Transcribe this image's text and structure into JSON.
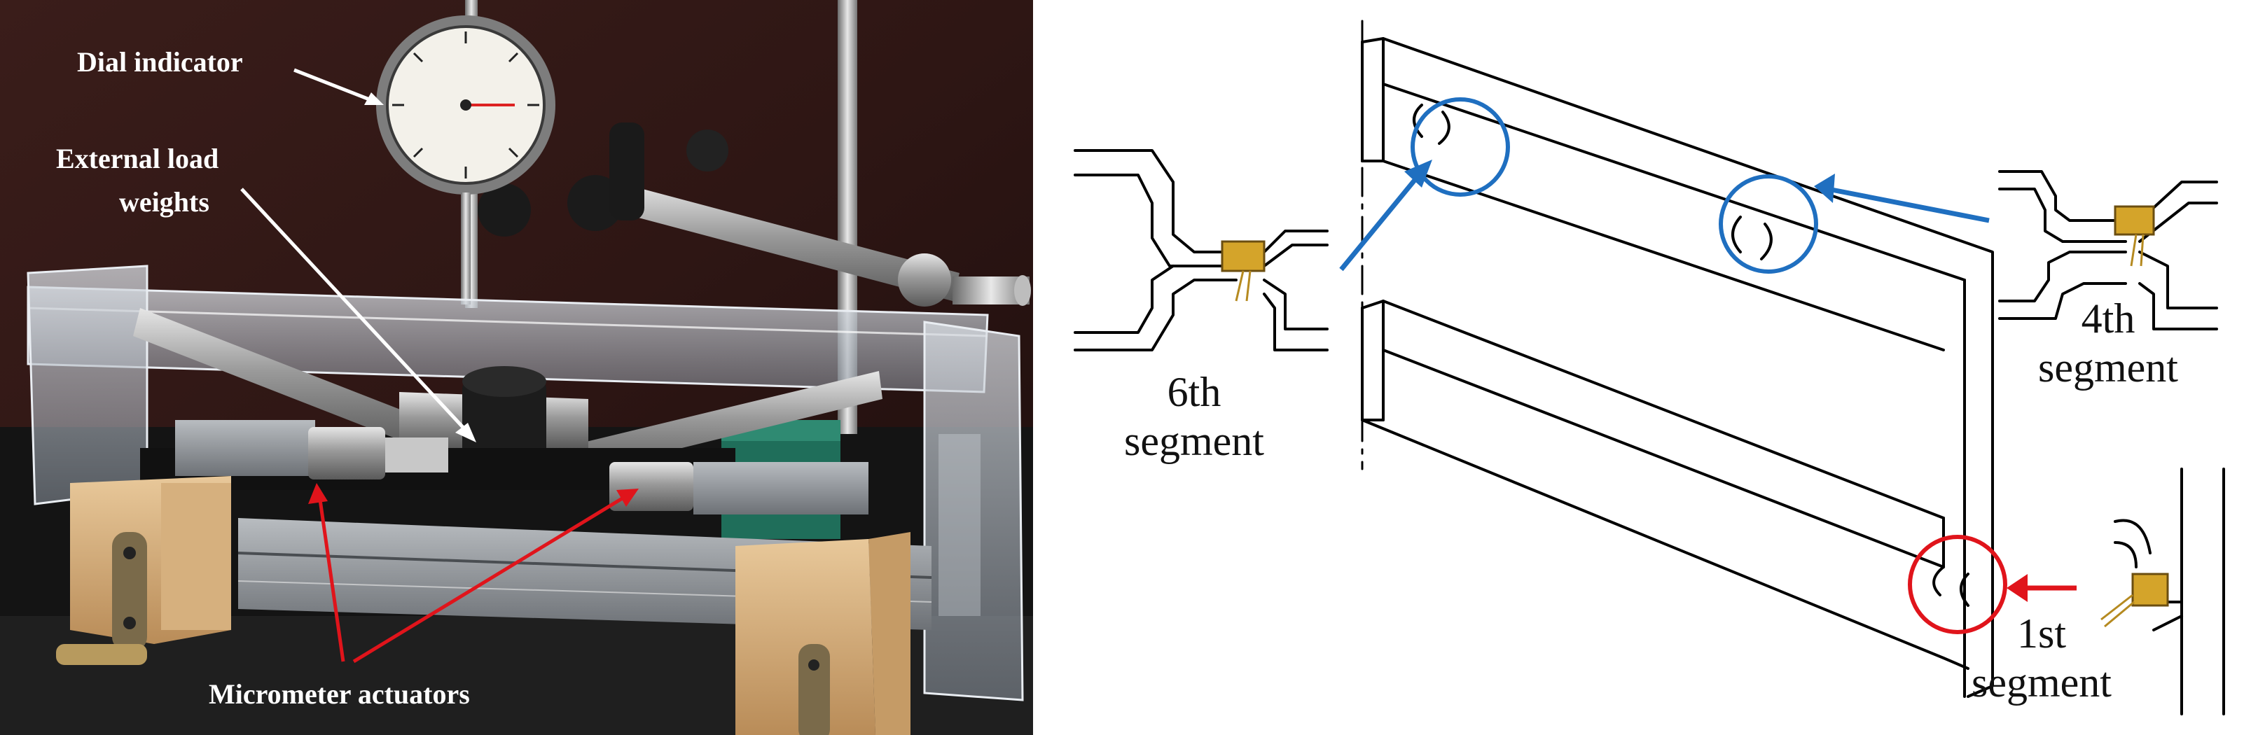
{
  "photo": {
    "labels": {
      "dial_indicator": "Dial indicator",
      "external_load_line1": "External load",
      "external_load_line2": "weights",
      "micrometer_actuators": "Micrometer actuators"
    }
  },
  "diagram": {
    "segments": [
      {
        "line1": "6th",
        "line2": "segment",
        "marker_color": "#1f6fc0"
      },
      {
        "line1": "4th",
        "line2": "segment",
        "marker_color": "#1f6fc0"
      },
      {
        "line1": "1st",
        "line2": "segment",
        "marker_color": "#e0141b"
      }
    ]
  }
}
